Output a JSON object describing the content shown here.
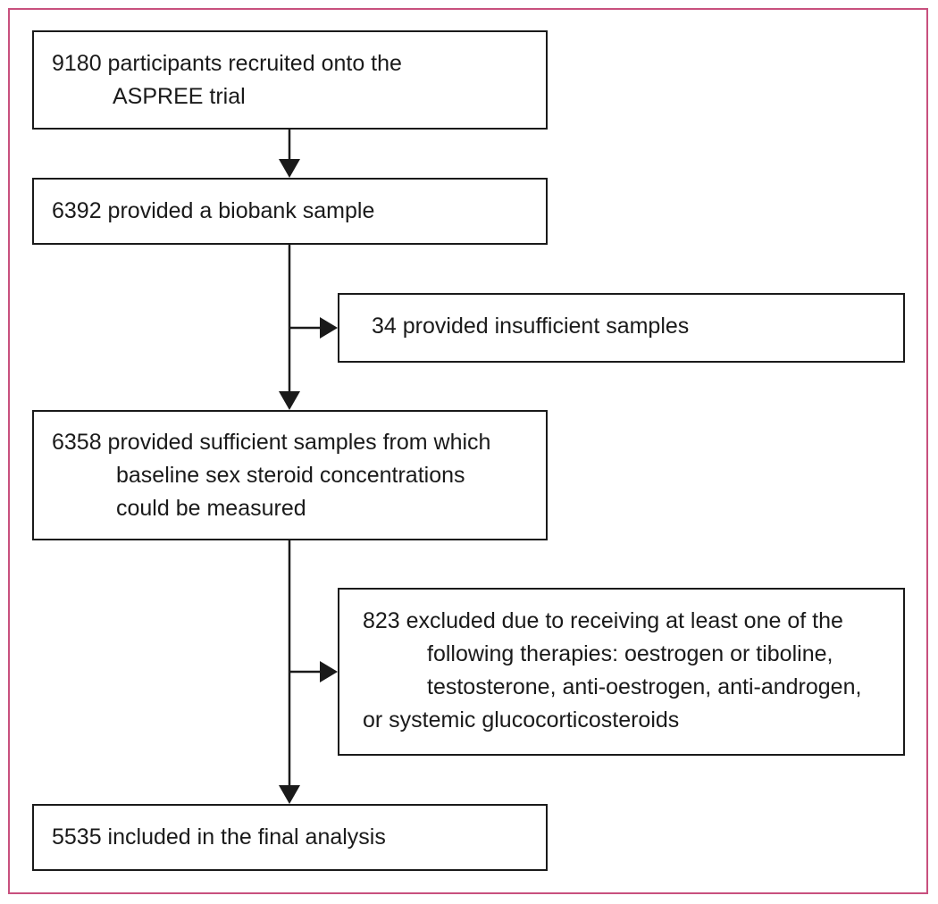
{
  "diagram": {
    "frame_color": "#c8507e",
    "nodes": {
      "recruited": {
        "lines": [
          "9180 participants recruited onto the",
          "ASPREE trial"
        ]
      },
      "biobank": {
        "lines": [
          "6392 provided a biobank sample"
        ]
      },
      "insufficient": {
        "lines": [
          "34 provided insufficient samples"
        ]
      },
      "sufficient": {
        "lines": [
          "6358 provided sufficient samples from which",
          "baseline sex steroid concentrations",
          "could be measured"
        ]
      },
      "excluded": {
        "lines": [
          "823 excluded due to receiving at least one of the",
          "following therapies: oestrogen or tiboline,",
          "testosterone, anti-oestrogen, anti-androgen,",
          "or systemic glucocorticosteroids"
        ]
      },
      "final": {
        "lines": [
          "5535 included in the final analysis"
        ]
      }
    }
  }
}
